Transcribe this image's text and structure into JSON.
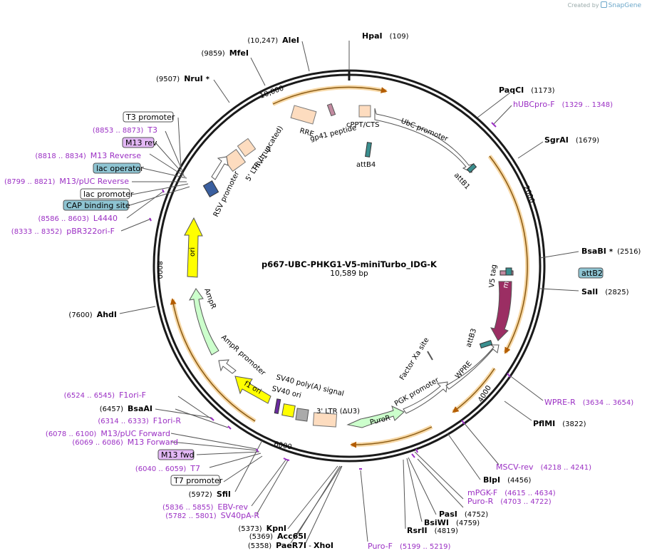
{
  "credit": {
    "prefix": "Created by",
    "brand": "SnapGene"
  },
  "plasmid": {
    "name": "p667-UBC-PHKG1-V5-miniTurbo_IDG-K",
    "size_label": "10,589 bp"
  },
  "ticks": [
    "10,000",
    "2000",
    "4000",
    "6000",
    "8000"
  ],
  "sites": [
    {
      "name": "HpaI",
      "pos": "(109)",
      "star": ""
    },
    {
      "name": "PaqCI",
      "pos": "(1173)",
      "star": ""
    },
    {
      "name": "SgrAI",
      "pos": "(1679)",
      "star": ""
    },
    {
      "name": "BsaBI",
      "pos": "(2516)",
      "star": "*"
    },
    {
      "name": "SalI",
      "pos": "(2825)",
      "star": ""
    },
    {
      "name": "PflMI",
      "pos": "(3822)",
      "star": ""
    },
    {
      "name": "BlpI",
      "pos": "(4456)",
      "star": ""
    },
    {
      "name": "PasI",
      "pos": "(4752)",
      "star": ""
    },
    {
      "name": "BsiWI",
      "pos": "(4759)",
      "star": ""
    },
    {
      "name": "RsrII",
      "pos": "(4819)",
      "star": ""
    },
    {
      "name": "KpnI",
      "pos": "(5373)",
      "star": ""
    },
    {
      "name": "Acc65I",
      "pos": "(5369)",
      "star": ""
    },
    {
      "name": "PaeR7I",
      "pos": "(5358)",
      "star": ""
    },
    {
      "name": "XhoI",
      "pos": "",
      "star": ""
    },
    {
      "name": "SfiI",
      "pos": "(5972)",
      "star": ""
    },
    {
      "name": "BsaAI",
      "pos": "(6457)",
      "star": ""
    },
    {
      "name": "AhdI",
      "pos": "(7600)",
      "star": ""
    },
    {
      "name": "NruI",
      "pos": "(9507)",
      "star": "*"
    },
    {
      "name": "MfeI",
      "pos": "(9859)",
      "star": ""
    },
    {
      "name": "AleI",
      "pos": "(10,247)",
      "star": ""
    }
  ],
  "primers": [
    {
      "name": "hUBCpro-F",
      "pos": "(1329 .. 1348)"
    },
    {
      "name": "WPRE-R",
      "pos": "(3634 .. 3654)"
    },
    {
      "name": "MSCV-rev",
      "pos": "(4218 .. 4241)"
    },
    {
      "name": "mPGK-F",
      "pos": "(4615 .. 4634)"
    },
    {
      "name": "Puro-R",
      "pos": "(4703 .. 4722)"
    },
    {
      "name": "Puro-F",
      "pos": "(5199 .. 5219)"
    },
    {
      "name": "EBV-rev",
      "pos": "(5836 .. 5855)"
    },
    {
      "name": "SV40pA-R",
      "pos": "(5782 .. 5801)"
    },
    {
      "name": "T7",
      "pos": "(6040 .. 6059)"
    },
    {
      "name": "M13 Forward",
      "pos": "(6069 .. 6086)"
    },
    {
      "name": "M13/pUC Forward",
      "pos": "(6078 .. 6100)"
    },
    {
      "name": "F1ori-R",
      "pos": "(6314 .. 6333)"
    },
    {
      "name": "F1ori-F",
      "pos": "(6524 .. 6545)"
    },
    {
      "name": "pBR322ori-F",
      "pos": "(8333 .. 8352)"
    },
    {
      "name": "L4440",
      "pos": "(8586 .. 8603)"
    },
    {
      "name": "M13/pUC Reverse",
      "pos": "(8799 .. 8821)"
    },
    {
      "name": "M13 Reverse",
      "pos": "(8818 .. 8834)"
    },
    {
      "name": "T3",
      "pos": "(8853 .. 8873)"
    }
  ],
  "boxed_features": {
    "t3_promoter": "T3 promoter",
    "m13_rev": "M13 rev",
    "lac_operator": "lac operator",
    "lac_promoter": "lac promoter",
    "cap_site": "CAP binding site",
    "attb2": "attB2",
    "m13_fwd": "M13 fwd",
    "t7_promoter": "T7 promoter"
  },
  "features": {
    "rre": "RRE",
    "gp41": "gp41 peptide",
    "cppt": "cPPT/CTS",
    "ubc": "UbC promoter",
    "attb4": "attB4",
    "attb1": "attB1",
    "hiv": "HIV-1 Ψ",
    "ltr5": "5' LTR (truncated)",
    "rsv": "RSV promoter",
    "ori": "ori",
    "ampr": "AmpR",
    "amprp": "AmpR promoter",
    "f1ori": "f1 ori",
    "sv40pa": "SV40 poly(A) signal",
    "sv40ori": "SV40 ori",
    "ltr3": "3' LTR (ΔU3)",
    "puror": "PuroR",
    "pgk": "PGK promoter",
    "wpre": "WPRE",
    "factorxa": "Factor Xa site",
    "attb3": "attB3",
    "minit": "miniTurbo",
    "v5": "V5 tag"
  },
  "colors": {
    "backbone": "#1a1a1a",
    "orf_arrow": "#e8a545",
    "primer": "#9b30c4",
    "promoter_fill": "#ffffff",
    "ori_fill": "#ffff00",
    "ampr_fill": "#ccffcc",
    "misc_fill": "#fddcbf",
    "miniturbo_fill": "#9b2e63",
    "primer_box_fill": "#e3b8f5",
    "protein_bind_fill": "#8ec4d2",
    "att_fill": "#3a8f8f"
  }
}
